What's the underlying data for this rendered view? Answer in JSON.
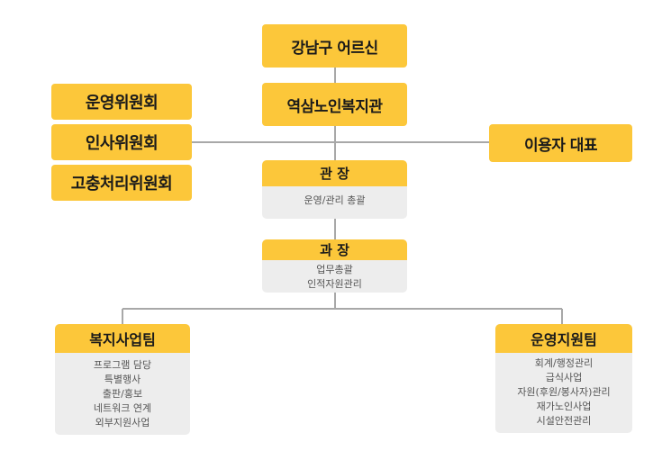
{
  "top": {
    "seoul": "강남구 어르신",
    "center": "역삼노인복지관"
  },
  "committees": [
    "운영위원회",
    "인사위원회",
    "고충처리위원회"
  ],
  "user_rep": "이용자 대표",
  "director": {
    "title": "관 장",
    "duties": [
      "운영/관리 총괄"
    ]
  },
  "manager": {
    "title": "과 장",
    "duties": [
      "업무총괄",
      "인적자원관리"
    ]
  },
  "teams": [
    {
      "title": "복지사업팀",
      "duties": [
        "프로그램 담당",
        "특별행사",
        "출판/홍보",
        "네트워크 연계",
        "외부지원사업"
      ]
    },
    {
      "title": "운영지원팀",
      "duties": [
        "회계/행정관리",
        "급식사업",
        "자원(후원/봉사자)관리",
        "재가노인사업",
        "시설안전관리"
      ]
    }
  ],
  "colors": {
    "accent": "#FCC73A",
    "card_bg": "#EDEDED",
    "line": "#A8A8A8"
  }
}
